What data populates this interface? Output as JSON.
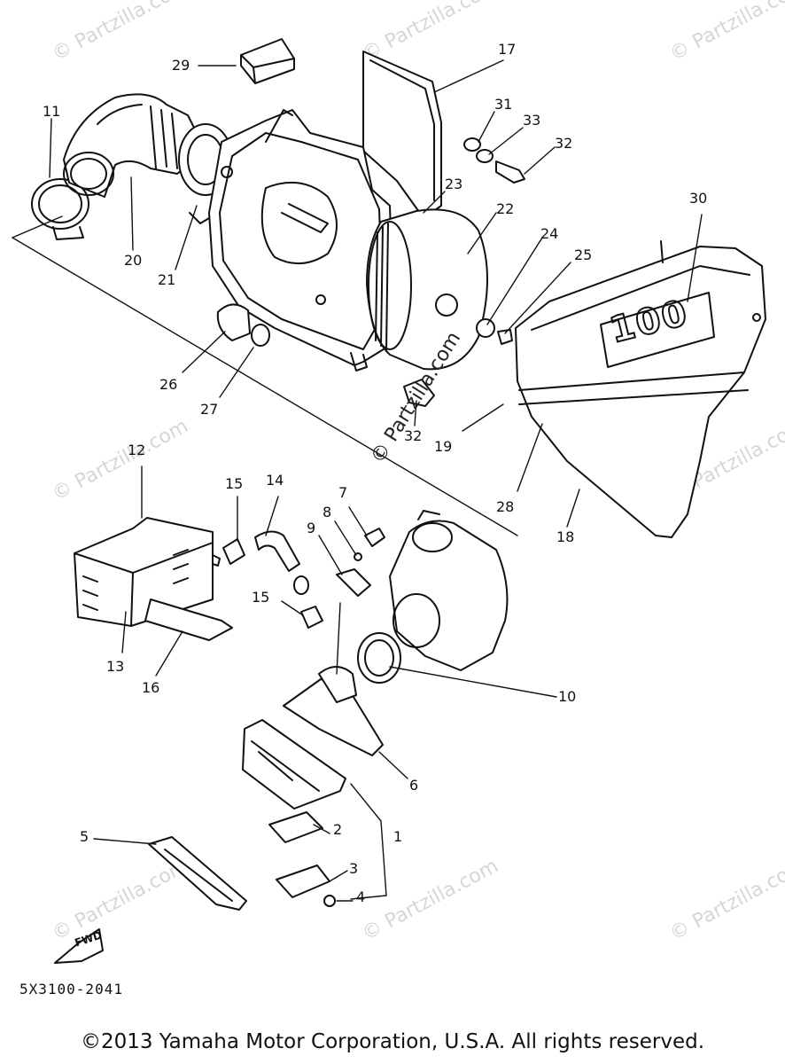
{
  "watermark": "© Partzilla.com",
  "center_watermark": "© Partzilla.com",
  "diagram_code": "5X3100-2041",
  "copyright": "©2013 Yamaha Motor Corporation, U.S.A. All rights reserved.",
  "fwd_label": "FWD",
  "badge_text": "100",
  "part_labels": [
    "29",
    "17",
    "31",
    "33",
    "32",
    "11",
    "20",
    "21",
    "23",
    "22",
    "24",
    "25",
    "30",
    "26",
    "27",
    "32",
    "19",
    "28",
    "18",
    "12",
    "15",
    "14",
    "7",
    "8",
    "9",
    "15",
    "13",
    "16",
    "10",
    "6",
    "2",
    "1",
    "3",
    "4",
    "5"
  ]
}
